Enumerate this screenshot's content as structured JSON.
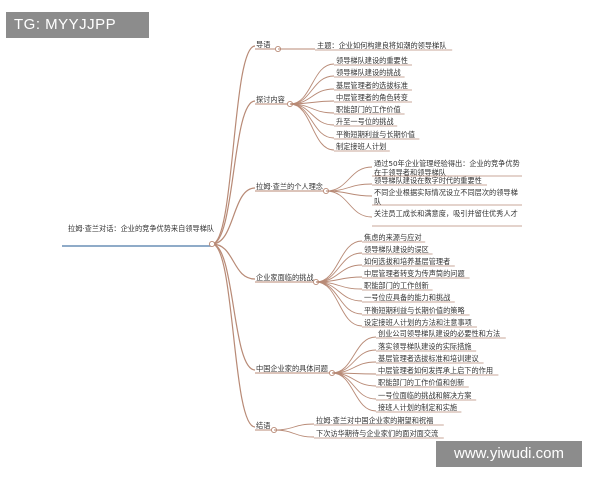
{
  "watermark_top": "TG: MYYJJPP",
  "watermark_bottom": "www.yiwudi.com",
  "root": "拉姆·查兰对话：企业的竞争优势来自领导梯队",
  "branches": [
    {
      "label": "导语",
      "items": [
        "主题：企业如何构建良将如潮的领导梯队"
      ]
    },
    {
      "label": "探讨内容",
      "items": [
        "领导梯队建设的重要性",
        "领导梯队建设的挑战",
        "基层管理者的选拔标准",
        "中层管理者的角色转变",
        "职能部门的工作价值",
        "升至一号位的挑战",
        "平衡短期利益与长期价值",
        "制定接班人计划"
      ]
    },
    {
      "label": "拉姆·查兰的个人理念",
      "items": [
        "通过50年企业管理经验得出：企业的竞争优势在于领导者和领导梯队",
        "领导梯队建设在数字时代的重要性",
        "不同企业根据实际情况设立不同层次的领导梯队",
        "关注员工成长和满意度，吸引并留住优秀人才"
      ]
    },
    {
      "label": "企业家面临的挑战",
      "items": [
        "焦虑的来源与应对",
        "领导梯队建设的误区",
        "如何选拔和培养基层管理者",
        "中层管理者转变为传声筒的问题",
        "职能部门的工作创新",
        "一号位应具备的能力和挑战",
        "平衡短期利益与长期价值的策略",
        "设定接班人计划的方法和注意事项"
      ]
    },
    {
      "label": "中国企业家的具体问题",
      "items": [
        "创业公司领导梯队建设的必要性和方法",
        "落实领导梯队建设的实际措施",
        "基层管理者选拔标准和培训建议",
        "中层管理者如何发挥承上启下的作用",
        "职能部门的工作价值和创新",
        "一号位面临的挑战和解决方案",
        "接班人计划的制定和实施"
      ]
    },
    {
      "label": "结语",
      "items": [
        "拉姆·查兰对中国企业家的期望和祝福",
        "下次访华期待与企业家们的面对面交流"
      ]
    }
  ],
  "colors": {
    "edge": "#b88a76",
    "root_edge": "#6a8fb5",
    "dot": "#ffffff",
    "text": "#333333"
  }
}
